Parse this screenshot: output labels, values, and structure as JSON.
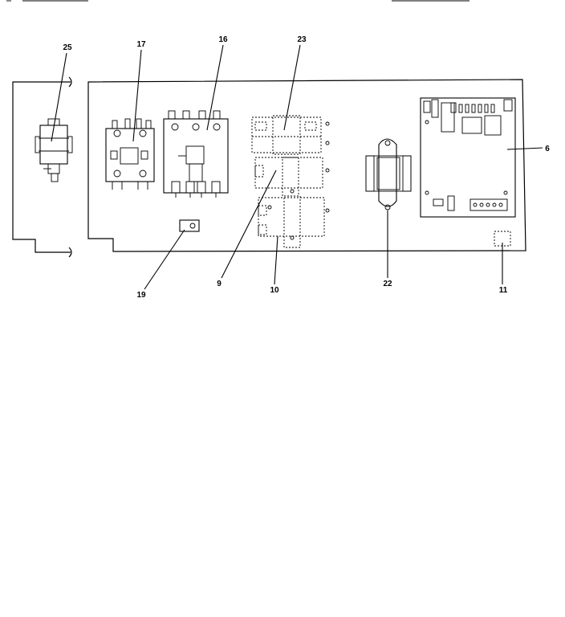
{
  "parts": [
    {
      "id": "p25",
      "label": "25"
    },
    {
      "id": "p17",
      "label": "17"
    },
    {
      "id": "p16",
      "label": "16"
    },
    {
      "id": "p23",
      "label": "23"
    },
    {
      "id": "p6",
      "label": "6"
    },
    {
      "id": "p19",
      "label": "19"
    },
    {
      "id": "p9",
      "label": "9"
    },
    {
      "id": "p10",
      "label": "10"
    },
    {
      "id": "p22",
      "label": "22"
    },
    {
      "id": "p11",
      "label": "11"
    }
  ]
}
